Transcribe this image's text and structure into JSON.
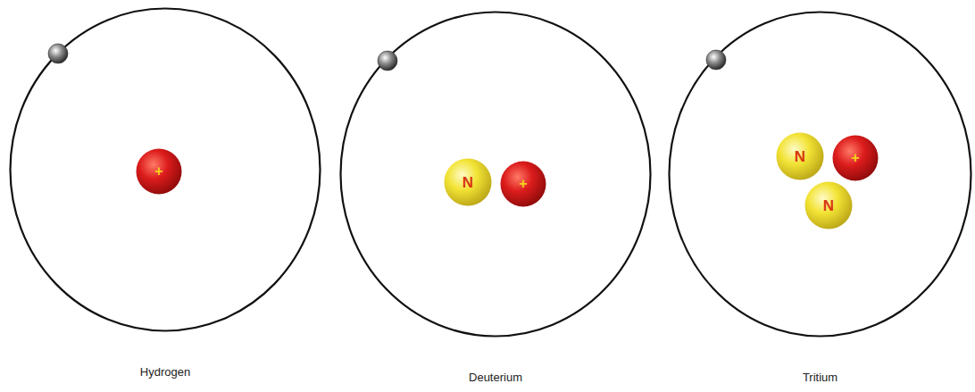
{
  "diagram": {
    "nodes": [
      {
        "text": [
          "Hydrogen"
        ]
      },
      {
        "text": [
          "+"
        ],
        "in": 0
      },
      {
        "text": [
          "Deuterium"
        ]
      },
      {
        "text": [
          "N"
        ],
        "in": 2
      },
      {
        "text": [
          "+"
        ],
        "in": 2
      },
      {
        "text": [
          "Tritium"
        ]
      },
      {
        "text": [
          "N"
        ],
        "in": 5
      },
      {
        "text": [
          "+"
        ],
        "in": 5
      },
      {
        "text": [
          "N"
        ],
        "in": 5
      }
    ]
  }
}
